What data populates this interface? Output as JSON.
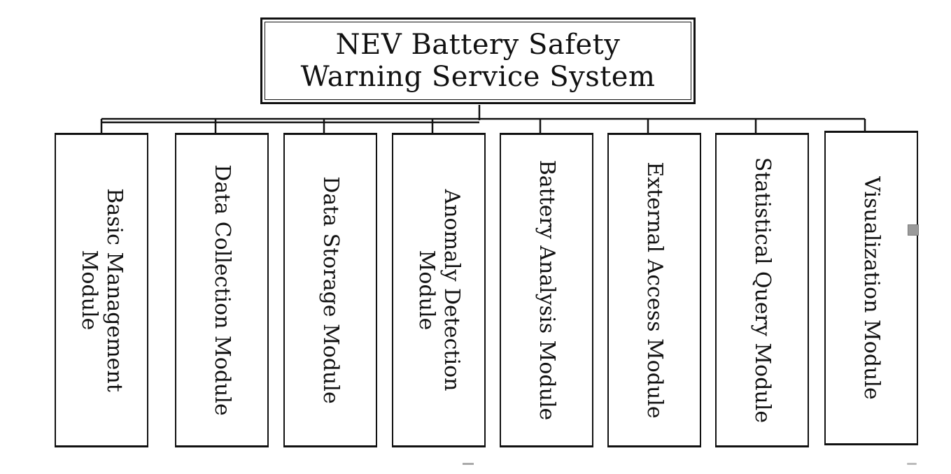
{
  "root": {
    "title_line1": "NEV Battery Safety",
    "title_line2": "Warning Service System"
  },
  "modules": [
    {
      "line1": "Basic Management",
      "line2": "Module"
    },
    {
      "line1": "Data Collection Module",
      "line2": ""
    },
    {
      "line1": "Data Storage Module",
      "line2": ""
    },
    {
      "line1": "Anomaly Detection",
      "line2": "Module"
    },
    {
      "line1": "Battery Analysis Module",
      "line2": ""
    },
    {
      "line1": "External Access Module",
      "line2": ""
    },
    {
      "line1": "Statistical Query Module",
      "line2": ""
    },
    {
      "line1": "Visualization Module",
      "line2": ""
    }
  ]
}
